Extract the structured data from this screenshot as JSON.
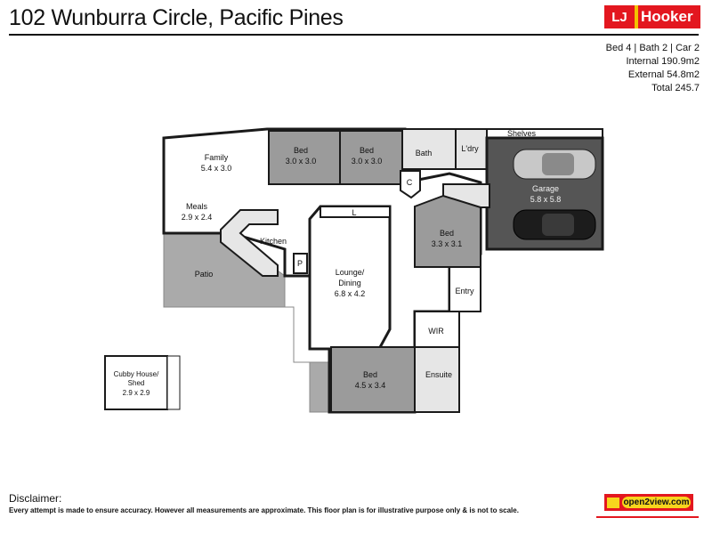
{
  "header": {
    "address": "102 Wunburra Circle, Pacific Pines",
    "logo": {
      "mark": "LJ",
      "name": "Hooker"
    }
  },
  "stats": {
    "line1": "Bed 4 | Bath 2 | Car 2",
    "line2": "Internal 190.9m2",
    "line3": "External 54.8m2",
    "line4": "Total 245.7"
  },
  "rooms": {
    "family": {
      "name": "Family",
      "size": "5.4 x 3.0"
    },
    "meals": {
      "name": "Meals",
      "size": "2.9 x 2.4"
    },
    "bed1": {
      "name": "Bed",
      "size": "3.0 x 3.0"
    },
    "bed2": {
      "name": "Bed",
      "size": "3.0 x 3.0"
    },
    "bath": {
      "name": "Bath"
    },
    "laundry": {
      "name": "L'dry"
    },
    "closet": {
      "name": "C"
    },
    "shelves": {
      "name": "Shelves"
    },
    "garage": {
      "name": "Garage",
      "size": "5.8 x 5.8"
    },
    "kitchen": {
      "name": "Kitchen"
    },
    "pantry": {
      "name": "P"
    },
    "linen": {
      "name": "L"
    },
    "bed3": {
      "name": "Bed",
      "size": "3.3 x 3.1"
    },
    "patio": {
      "name": "Patio"
    },
    "lounge": {
      "name1": "Lounge/",
      "name2": "Dining",
      "size": "6.8 x 4.2"
    },
    "entry": {
      "name": "Entry"
    },
    "wir": {
      "name": "WIR"
    },
    "ensuite": {
      "name": "Ensuite"
    },
    "bed4": {
      "name": "Bed",
      "size": "4.5 x 3.4"
    },
    "cubby": {
      "name1": "Cubby House/",
      "name2": "Shed",
      "size": "2.9 x 2.9"
    }
  },
  "disclaimer": {
    "title": "Disclaimer:",
    "text": "Every attempt is made to ensure accuracy. However all measurements are approximate. This floor plan is for illustrative purpose only & is not to scale."
  },
  "footer_badge": {
    "label": "open2view.com"
  },
  "colors": {
    "wall": "#1a1a1a",
    "floor": "#ffffff",
    "bedroom": "#9b9b9b",
    "patio": "#aaaaaa",
    "garage": "#555555",
    "wet": "#e6e6e6",
    "brand_red": "#e3171f"
  }
}
